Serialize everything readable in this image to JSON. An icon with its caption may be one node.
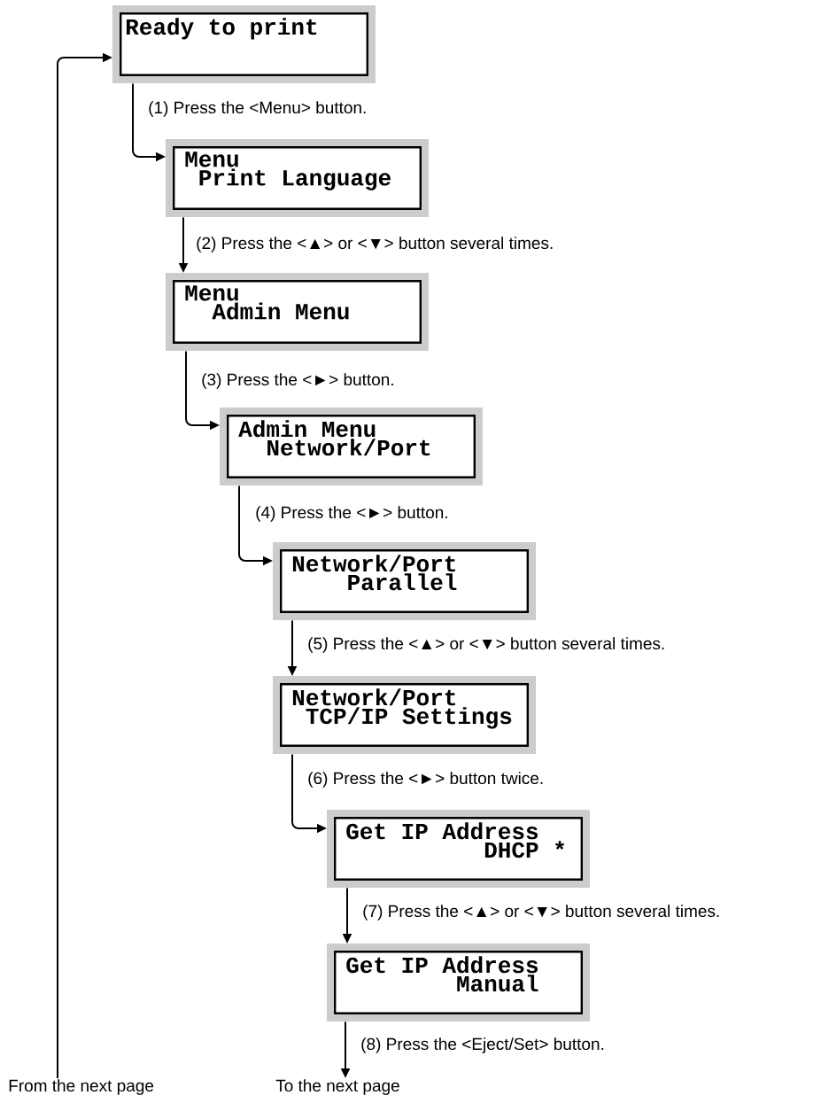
{
  "diagram": {
    "nodes": [
      {
        "text": [
          "Ready to print"
        ]
      },
      {
        "text": [
          "Menu",
          "Print Language"
        ]
      },
      {
        "text": [
          "Menu",
          "Admin Menu"
        ]
      },
      {
        "text": [
          "Admin Menu",
          "Network/Port"
        ]
      },
      {
        "text": [
          "Network/Port",
          "Parallel"
        ]
      },
      {
        "text": [
          "Network/Port",
          "TCP/IP Settings"
        ]
      },
      {
        "text": [
          "Get IP Address",
          "DHCP *"
        ]
      },
      {
        "text": [
          "Get IP Address",
          "Manual"
        ]
      },
      {
        "text": [
          "From the next page"
        ]
      },
      {
        "text": [
          "To the next page"
        ]
      }
    ],
    "edges": [
      {
        "from": 8,
        "to": 0,
        "arrow": "to"
      },
      {
        "from": 0,
        "to": 1,
        "arrow": "to",
        "label": "(1) Press the <Menu> button."
      },
      {
        "from": 1,
        "to": 2,
        "arrow": "to",
        "label": "(2) Press the <▲> or <▼> button several times."
      },
      {
        "from": 2,
        "to": 3,
        "arrow": "to",
        "label": "(3) Press the <►> button."
      },
      {
        "from": 3,
        "to": 4,
        "arrow": "to",
        "label": "(4) Press the <►> button."
      },
      {
        "from": 4,
        "to": 5,
        "arrow": "to",
        "label": "(5) Press the <▲> or <▼> button several times."
      },
      {
        "from": 5,
        "to": 6,
        "arrow": "to",
        "label": "(6) Press the <►> button twice."
      },
      {
        "from": 6,
        "to": 7,
        "arrow": "to",
        "label": "(7) Press the <▲> or <▼> button several times."
      },
      {
        "from": 7,
        "to": 9,
        "arrow": "to",
        "label": "(8) Press the <Eject/Set> button."
      }
    ]
  }
}
